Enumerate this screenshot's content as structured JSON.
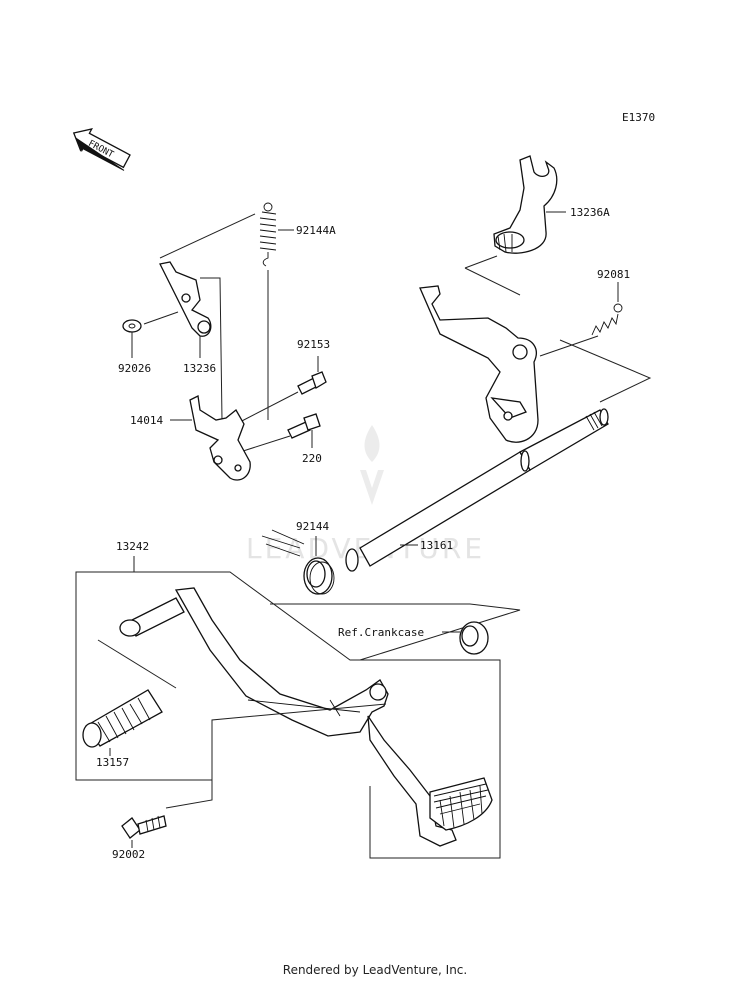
{
  "diagram_code": "E1370",
  "front_label": "FRONT",
  "watermark": "LEADVENTURE",
  "footer": "Rendered by LeadVenture, Inc.",
  "parts": {
    "p13236A": "13236A",
    "p92144A": "92144A",
    "p92081": "92081",
    "p92026": "92026",
    "p13236": "13236",
    "p92153": "92153",
    "p14014": "14014",
    "p220": "220",
    "p92144": "92144",
    "p13161": "13161",
    "p13242": "13242",
    "ref": "Ref.Crankcase",
    "p13157": "13157",
    "p92002": "92002"
  }
}
